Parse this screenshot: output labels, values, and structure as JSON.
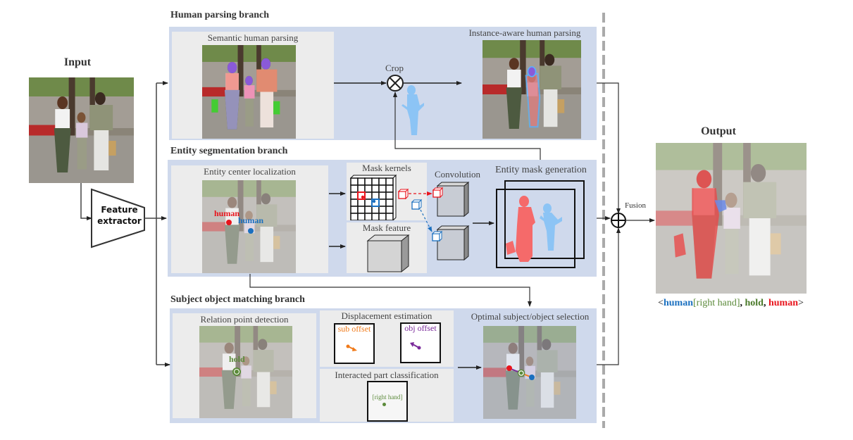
{
  "input": {
    "title": "Input"
  },
  "output": {
    "title": "Output",
    "triplet": {
      "open": "<",
      "subject": "human",
      "part": "[right hand]",
      "sep1": ", ",
      "verb": "hold",
      "sep2": ", ",
      "object": "human",
      "close": ">"
    }
  },
  "feature_extractor": {
    "line1": "Feature",
    "line2": "extractor"
  },
  "fusion": {
    "label": "Fusion"
  },
  "human_parsing_branch": {
    "title": "Human parsing branch",
    "semantic_label": "Semantic human parsing",
    "crop_label": "Crop",
    "instance_label": "Instance-aware human parsing"
  },
  "entity_segmentation_branch": {
    "title": "Entity segmentation branch",
    "center_label": "Entity center localization",
    "human_red": "human",
    "human_blue": "human",
    "mask_kernels_label": "Mask kernels",
    "mask_feature_label": "Mask feature",
    "convolution_label": "Convolution",
    "mask_generation_label": "Entity mask generation"
  },
  "subject_object_branch": {
    "title": "Subject object matching branch",
    "relation_label": "Relation point detection",
    "hold_label": "hold",
    "displacement_label": "Displacement estimation",
    "sub_offset": "sub offset",
    "obj_offset": "obj offset",
    "part_label": "Interacted part classification",
    "part_value": "[right hand]",
    "selection_label": "Optimal subject/object selection"
  },
  "colors": {
    "branch_bg": "#cfd9ec",
    "panel_bg": "#ececec",
    "red": "#e8141c",
    "blue": "#1a6fbf",
    "green": "#5b8a3a",
    "orange": "#f07a1a",
    "purple": "#7a2a9a",
    "mask_red": "#f56a6a",
    "mask_blue": "#8cc4f5"
  }
}
